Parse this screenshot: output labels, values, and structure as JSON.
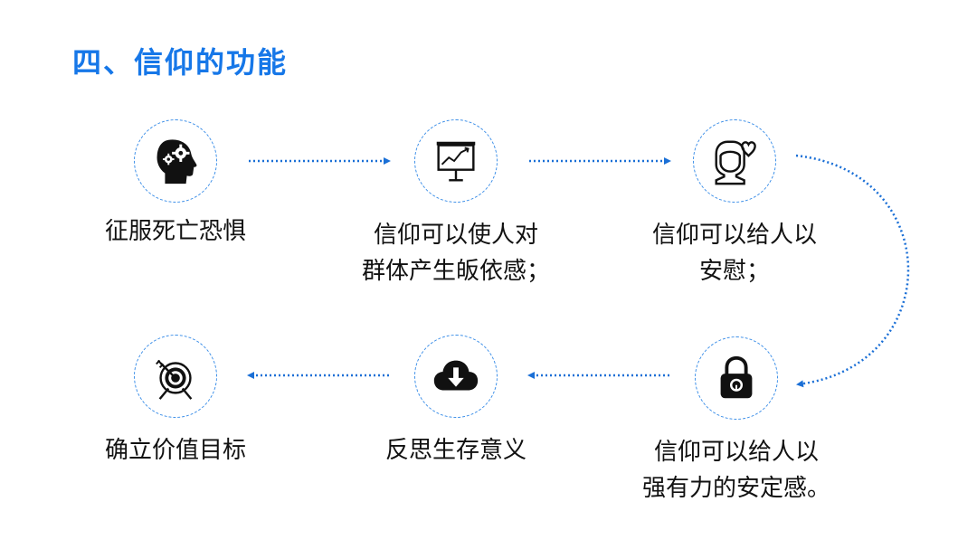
{
  "title": "四、信仰的功能",
  "accent_color": "#1677e8",
  "nodes": [
    {
      "icon": "head-gears-icon",
      "label_lines": [
        "征服死亡恐惧"
      ]
    },
    {
      "icon": "presentation-chart-icon",
      "label_lines": [
        "信仰可以使人对",
        "群体产生皈依感；"
      ]
    },
    {
      "icon": "person-heart-icon",
      "label_lines": [
        "信仰可以给人以",
        "安慰；"
      ]
    },
    {
      "icon": "padlock-icon",
      "label_lines": [
        "信仰可以给人以",
        "强有力的安定感。"
      ]
    },
    {
      "icon": "cloud-download-icon",
      "label_lines": [
        "反思生存意义"
      ]
    },
    {
      "icon": "target-arrow-icon",
      "label_lines": [
        "确立价值目标"
      ]
    }
  ],
  "flow": [
    "征服死亡恐惧",
    "信仰可以使人对群体产生皈依感；",
    "信仰可以给人以安慰；",
    "信仰可以给人以强有力的安定感。",
    "反思生存意义",
    "确立价值目标"
  ]
}
